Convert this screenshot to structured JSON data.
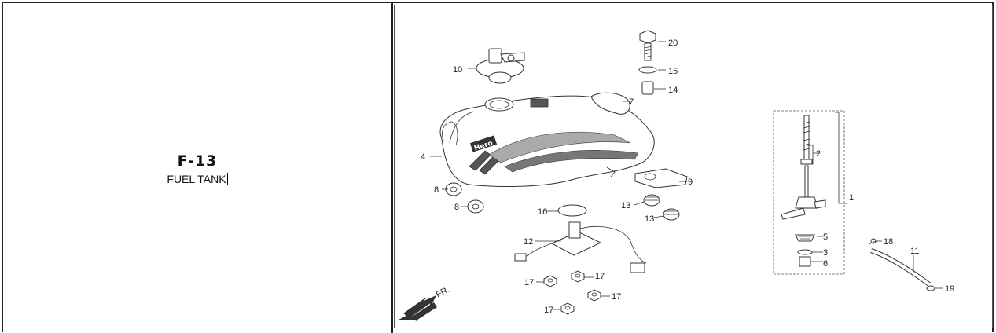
{
  "section": {
    "code": "F-13",
    "name": "FUEL TANK"
  },
  "direction_label": "FR.",
  "tank_badge": "Hero",
  "callouts": {
    "c1": "1",
    "c2": "2",
    "c3": "3",
    "c4": "4",
    "c5": "5",
    "c6": "6",
    "c7": "7",
    "c8a": "8",
    "c8b": "8",
    "c9": "9",
    "c10": "10",
    "c11": "11",
    "c12": "12",
    "c13a": "13",
    "c13b": "13",
    "c14": "14",
    "c15": "15",
    "c16": "16",
    "c17a": "17",
    "c17b": "17",
    "c17c": "17",
    "c17d": "17",
    "c18": "18",
    "c19": "19",
    "c20": "20"
  },
  "colors": {
    "border": "#222222",
    "line": "#333333",
    "stripe": "#555555"
  }
}
